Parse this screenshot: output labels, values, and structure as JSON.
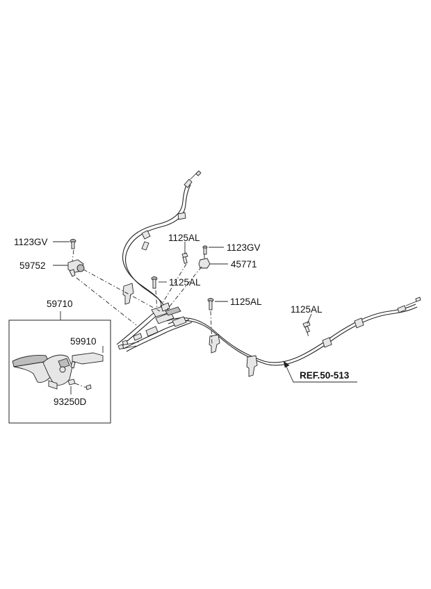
{
  "labels": {
    "p1123gv_left": "1123GV",
    "p59752": "59752",
    "p59710": "59710",
    "p59910": "59910",
    "p93250d": "93250D",
    "p1125al_top": "1125AL",
    "p1123gv_right": "1123GV",
    "p45771": "45771",
    "p1125al_mid": "1125AL",
    "p1125al_center": "1125AL",
    "p1125al_right": "1125AL",
    "ref": "REF.50-513"
  }
}
